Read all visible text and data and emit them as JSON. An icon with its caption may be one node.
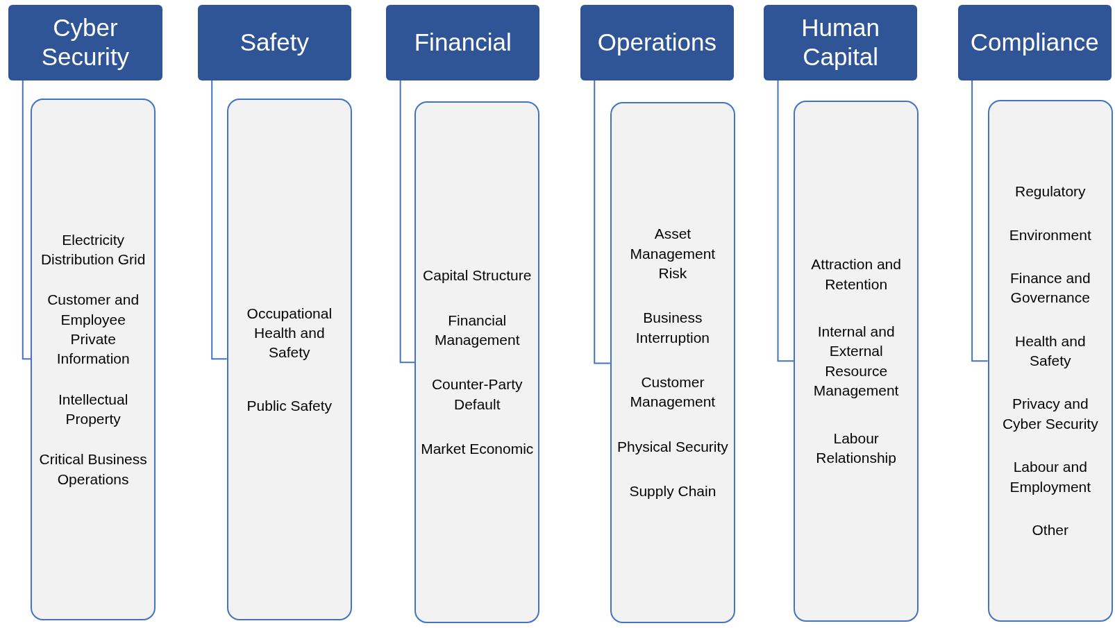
{
  "diagram": {
    "nodes": [
      {
        "text": [
          "Cyber Security"
        ]
      },
      {
        "text": [
          "Electricity Distribution Grid",
          "Customer and Employee Private Information",
          "Intellectual Property",
          "Critical Business Operations"
        ]
      },
      {
        "text": [
          "Safety"
        ]
      },
      {
        "text": [
          "Occupational Health and Safety",
          "Public Safety"
        ]
      },
      {
        "text": [
          "Financial"
        ]
      },
      {
        "text": [
          "Capital Structure",
          "Financial Management",
          "Counter-Party Default",
          "Market Economic"
        ]
      },
      {
        "text": [
          "Operations"
        ]
      },
      {
        "text": [
          "Asset Management Risk",
          "Business Interruption",
          "Customer Management",
          "Physical Security",
          "Supply Chain"
        ]
      },
      {
        "text": [
          "Human Capital"
        ]
      },
      {
        "text": [
          "Attraction and Retention",
          "Internal and External Resource Management",
          "Labour Relationship"
        ]
      },
      {
        "text": [
          "Compliance"
        ]
      },
      {
        "text": [
          "Regulatory",
          "Environment",
          "Finance and Governance",
          "Health and Safety",
          "Privacy and Cyber Security",
          "Labour and Employment",
          "Other"
        ]
      }
    ],
    "edges": [
      {
        "from": 0,
        "to": 1,
        "arrow": "none"
      },
      {
        "from": 2,
        "to": 3,
        "arrow": "none"
      },
      {
        "from": 4,
        "to": 5,
        "arrow": "none"
      },
      {
        "from": 6,
        "to": 7,
        "arrow": "none"
      },
      {
        "from": 8,
        "to": 9,
        "arrow": "none"
      },
      {
        "from": 10,
        "to": 11,
        "arrow": "none"
      }
    ]
  }
}
